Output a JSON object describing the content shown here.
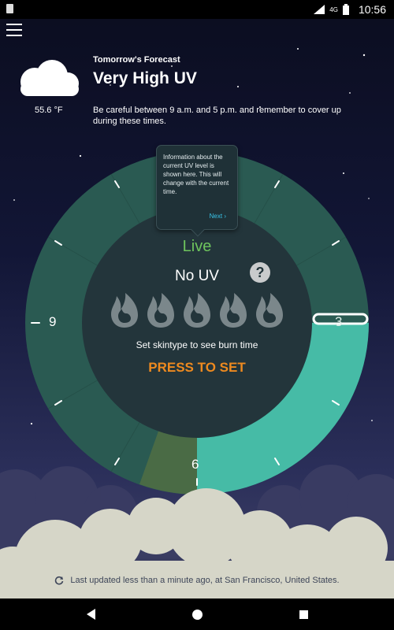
{
  "status_bar": {
    "network": "4G",
    "time": "10:56"
  },
  "icons": {
    "menu": "hamburger-menu-icon",
    "weather": "moon-cloud-icon",
    "help": "question-mark-icon",
    "flame": "flame-icon",
    "refresh": "refresh-icon"
  },
  "weather": {
    "temperature": "55.6 °F"
  },
  "forecast": {
    "label": "Tomorrow's Forecast",
    "title": "Very High UV",
    "description": "Be careful between 9 a.m. and 5 p.m. and remember to cover up during these times."
  },
  "tooltip": {
    "text": "Information about the current UV level is shown here. This will change with the current time.",
    "next_label": "Next ›"
  },
  "dial": {
    "status": "Live",
    "uv_value": "No UV",
    "help_label": "?",
    "flame_count": 5,
    "skin_text": "Set skintype to see burn time",
    "action_label": "PRESS TO SET",
    "hour_labels": {
      "left": "9",
      "bottom": "6",
      "right": "3"
    }
  },
  "footer": {
    "last_updated": "Last updated less than a minute ago, at San Francisco, United States."
  },
  "colors": {
    "ring_dark": "#2a5a52",
    "ring_bright": "#46bba6",
    "ring_olive": "#4a6b45",
    "dial_center": "#23353b",
    "live_green": "#6ec45d",
    "action_orange": "#ee8a1f",
    "tooltip_link": "#38c4e8"
  }
}
